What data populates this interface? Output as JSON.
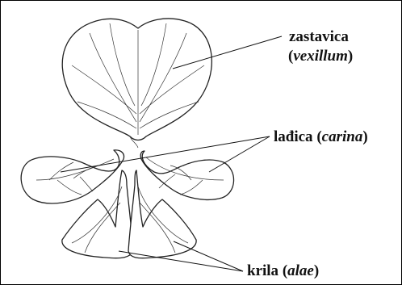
{
  "labels": {
    "vexillum": {
      "name": "zastavica",
      "latin": "vexillum"
    },
    "carina": {
      "name": "lađica",
      "latin": "carina"
    },
    "alae": {
      "name": "krila",
      "latin": "alae"
    }
  }
}
